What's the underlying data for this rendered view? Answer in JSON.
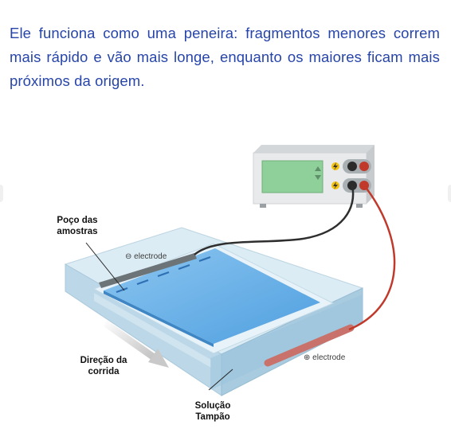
{
  "intro_text": "Ele funciona como uma peneira: fragmentos menores correm mais rápido e vão mais longe, enquanto os maiores ficam mais próximos da origem.",
  "labels": {
    "well": [
      "Poço das",
      "amostras"
    ],
    "direction": [
      "Direção da",
      "corrida"
    ],
    "buffer": [
      "Solução",
      "Tampão"
    ],
    "electrode_negative": "⊖ electrode",
    "electrode_positive": "⊕ electrode"
  },
  "power_supply": {
    "display_color": "#8fcf9a",
    "body_color": "#e6e8ea",
    "bolt_color": "#f4c20d",
    "negative_lead_color": "#2e2e2e",
    "positive_lead_color": "#c0392b"
  },
  "colors": {
    "text_accent": "#2745a9",
    "tank": "#cde3ef",
    "gel": "#6fb3e8",
    "cathode": "#6c7478",
    "anode": "#c8726b"
  }
}
